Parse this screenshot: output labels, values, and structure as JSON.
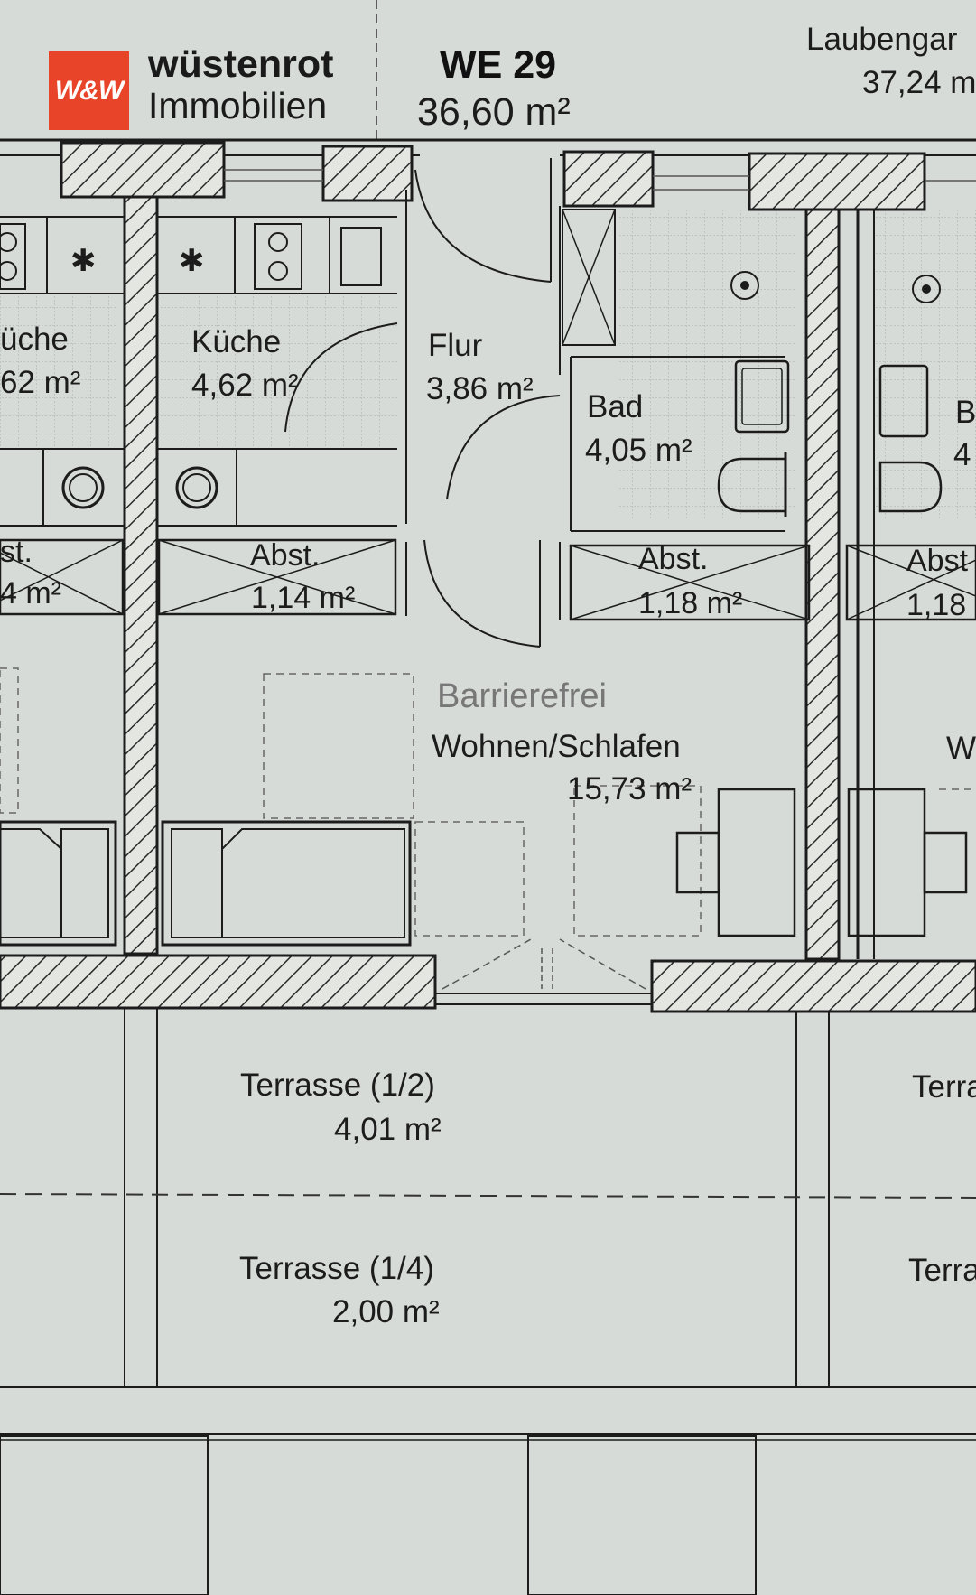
{
  "brand": {
    "logo_text": "W&W",
    "name": "wüstenrot",
    "sub": "Immobilien",
    "color": "#e8442a"
  },
  "unit": {
    "id": "WE 29",
    "area": "36,60 m²"
  },
  "neighbor_top_right": {
    "name": "Laubengar",
    "area": "37,24 m"
  },
  "rooms": {
    "kueche_left": {
      "name": "üche",
      "area": "62 m²"
    },
    "kueche": {
      "name": "Küche",
      "area": "4,62 m²"
    },
    "flur": {
      "name": "Flur",
      "area": "3,86 m²"
    },
    "bad": {
      "name": "Bad",
      "area": "4,05 m²"
    },
    "bad_right": {
      "name": "B",
      "area": "4"
    },
    "abst_left": {
      "name": "st.",
      "area": "4 m²"
    },
    "abst_kueche": {
      "name": "Abst.",
      "area": "1,14 m²"
    },
    "abst_bad": {
      "name": "Abst.",
      "area": "1,18 m²"
    },
    "abst_right": {
      "name": "Abst",
      "area": "1,18"
    },
    "wohnen": {
      "note": "Barrierefrei",
      "name": "Wohnen/Schlafen",
      "area": "15,73 m²"
    },
    "wohnen_right": {
      "name": "W"
    },
    "terrasse_half": {
      "name": "Terrasse (1/2)",
      "area": "4,01 m²"
    },
    "terrasse_quarter": {
      "name": "Terrasse (1/4)",
      "area": "2,00 m²"
    },
    "terrasse_right_1": {
      "name": "Terra"
    },
    "terrasse_right_2": {
      "name": "Terra"
    }
  },
  "colors": {
    "paper": "#d6dbd7",
    "line": "#1c1c1c",
    "wall_hatch": "#2a2a2a"
  }
}
